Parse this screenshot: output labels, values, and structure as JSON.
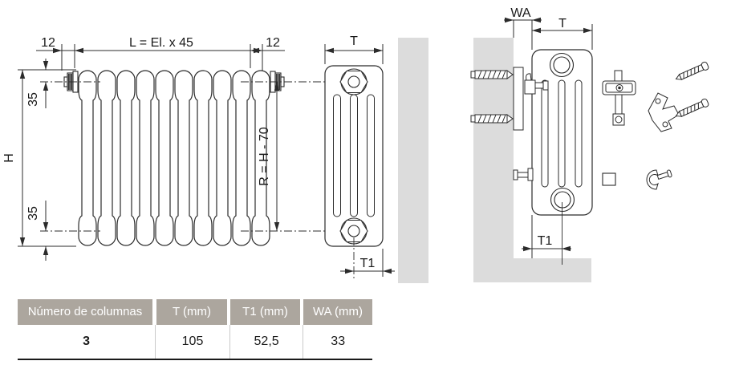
{
  "views": {
    "front": {
      "label_offset_left": "12",
      "label_length": "L = El. x 45",
      "label_offset_right": "12",
      "label_height": "H",
      "label_tap_top": "35",
      "label_tap_bottom": "35",
      "label_axis_height": "R = H - 70"
    },
    "side": {
      "label_depth": "T",
      "label_tap_depth": "T1"
    },
    "mounted": {
      "label_wall_distance": "WA",
      "label_depth": "T",
      "label_tap_depth": "T1"
    }
  },
  "table": {
    "headers": [
      "Número de columnas",
      "T (mm)",
      "T1 (mm)",
      "WA (mm)"
    ],
    "values": [
      "3",
      "105",
      "52,5",
      "33"
    ]
  },
  "colors": {
    "line": "#2b2b2b",
    "wall": "#dcdcdc",
    "table_header_bg": "#aca69e",
    "table_header_text": "#ffffff"
  }
}
